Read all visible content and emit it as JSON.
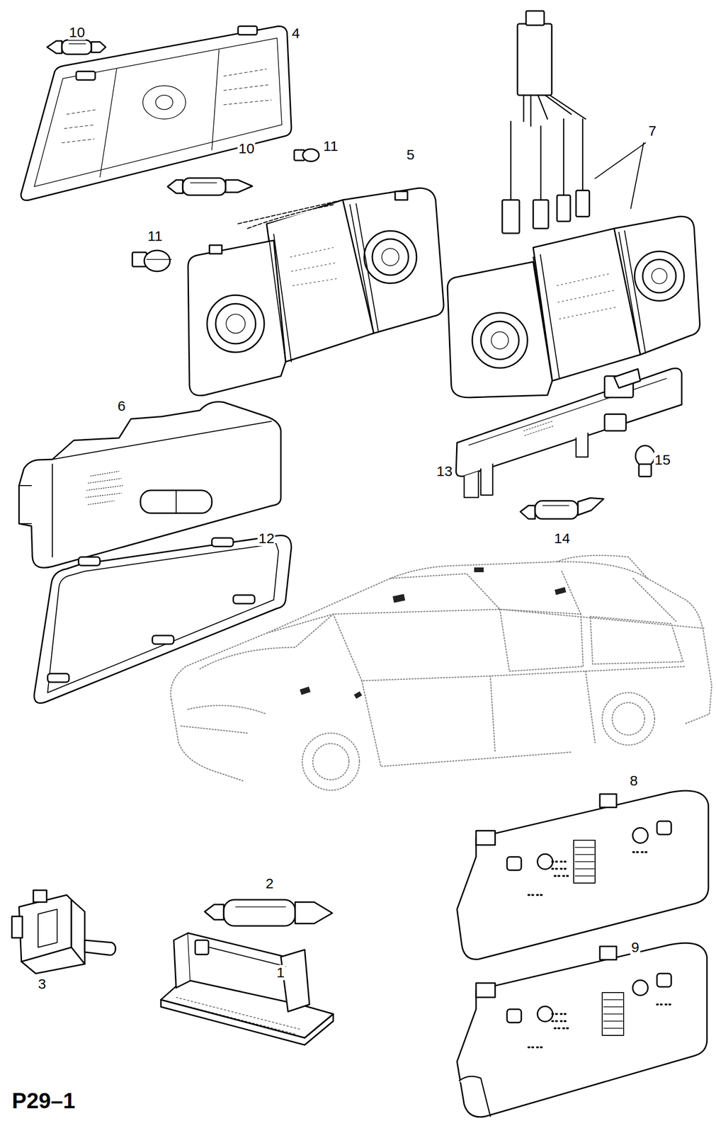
{
  "diagram": {
    "labels": [
      "10",
      "4",
      "10",
      "11",
      "5",
      "7",
      "11",
      "6",
      "13",
      "15",
      "12",
      "14",
      "8",
      "2",
      "3",
      "1",
      "9",
      "P29–1"
    ]
  }
}
